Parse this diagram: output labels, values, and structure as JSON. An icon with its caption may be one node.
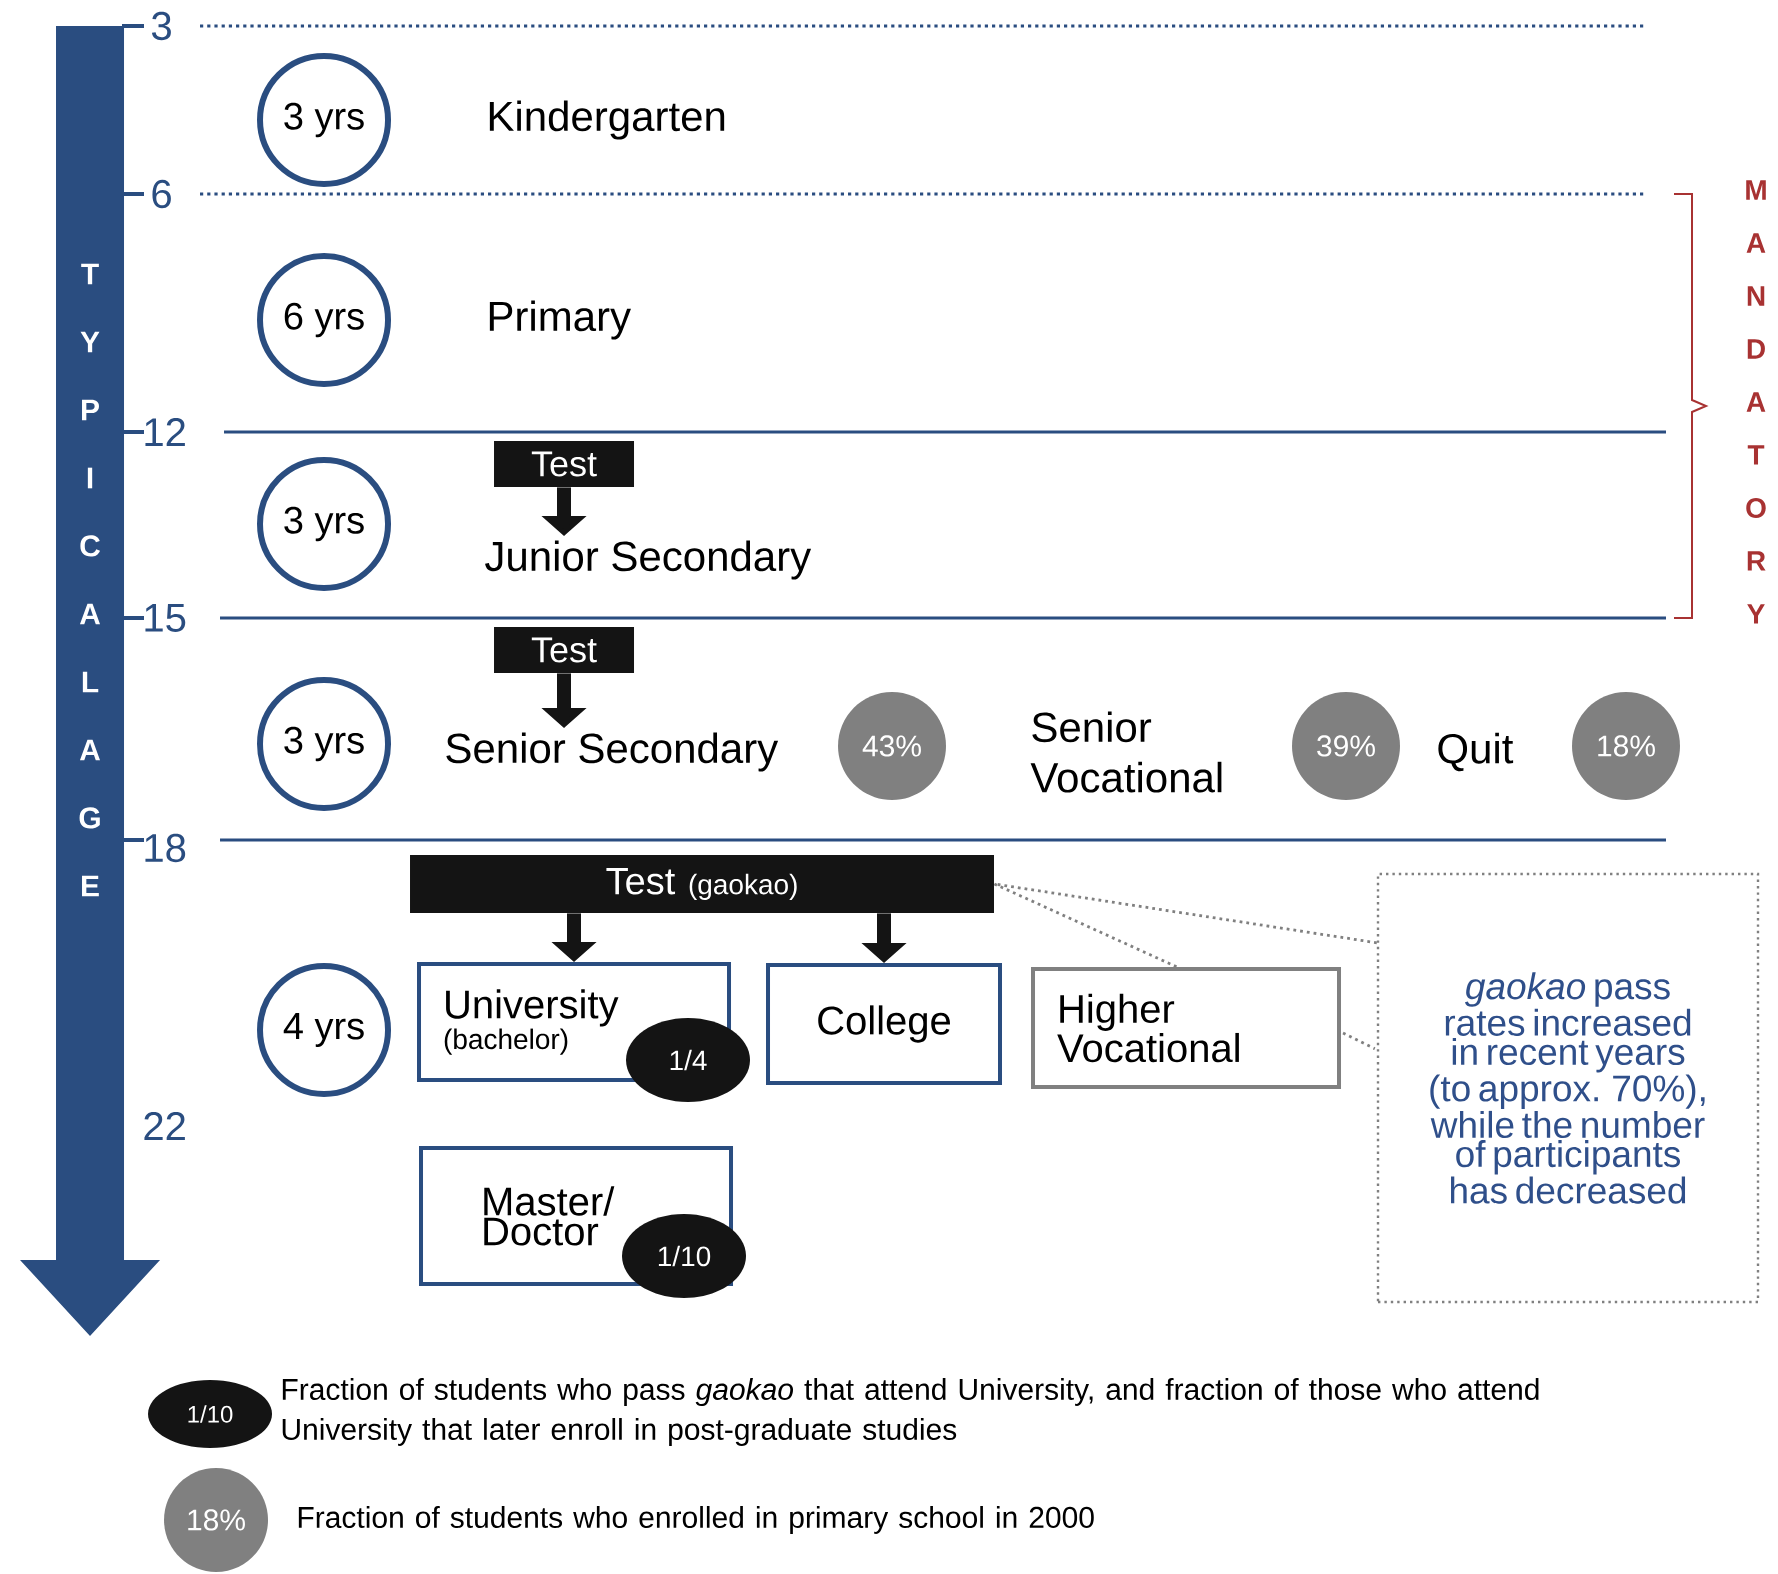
{
  "diagram": {
    "nodes": [
      {
        "text": [
          "3 yrs"
        ]
      },
      {
        "text": [
          "6 yrs"
        ]
      },
      {
        "text": [
          "Test"
        ]
      },
      {
        "text": [
          "3 yrs"
        ]
      },
      {
        "text": [
          "Junior Secondary"
        ]
      },
      {
        "text": [
          "Test"
        ]
      },
      {
        "text": [
          "3 yrs"
        ]
      },
      {
        "text": [
          "Senior Secondary"
        ]
      },
      {
        "text": [
          "43%"
        ]
      },
      {
        "text": [
          "39%"
        ]
      },
      {
        "text": [
          "18%"
        ]
      },
      {
        "text": [
          "Test",
          "(gaokao)"
        ]
      },
      {
        "text": [
          "4 yrs"
        ]
      },
      {
        "text": [
          "University",
          "(bachelor)"
        ]
      },
      {
        "text": [
          "1/4"
        ]
      },
      {
        "text": [
          "College"
        ]
      },
      {
        "text": [
          "Higher Vocational"
        ]
      },
      {
        "text": [
          "*gaokao* pass rates increased in recent years (to approx. 70%), while the number of participants  has decreased"
        ]
      },
      {
        "text": [
          "Master/ Doctor"
        ]
      },
      {
        "text": [
          "1/10"
        ]
      }
    ],
    "edges": [
      {
        "from": 2,
        "to": 4,
        "arrow": "to"
      },
      {
        "from": 5,
        "to": 7,
        "arrow": "to"
      },
      {
        "from": 11,
        "to": 13,
        "arrow": "to"
      },
      {
        "from": 11,
        "to": 15,
        "arrow": "to"
      },
      {
        "from": 17,
        "to": 11,
        "arrow": "none",
        "style": "dashed",
        "color": "#808080"
      }
    ],
    "labels": [
      "3",
      "T Y P I C A L A G E",
      "Kindergarten",
      "6",
      "Primary",
      "M A N D A T O R Y",
      "12",
      "15",
      "Senior Vocational",
      "Quit",
      "18",
      "22",
      "1/10",
      "18%"
    ],
    "legend": [
      {
        "text": "Fraction of students who pass *gaokao* that attend University, and fraction of those who attend University that later enroll in post-graduate studies",
        "color": "#141414"
      },
      {
        "text": "Fraction of students who enrolled in primary school in 2000",
        "color": "#808080"
      }
    ]
  }
}
